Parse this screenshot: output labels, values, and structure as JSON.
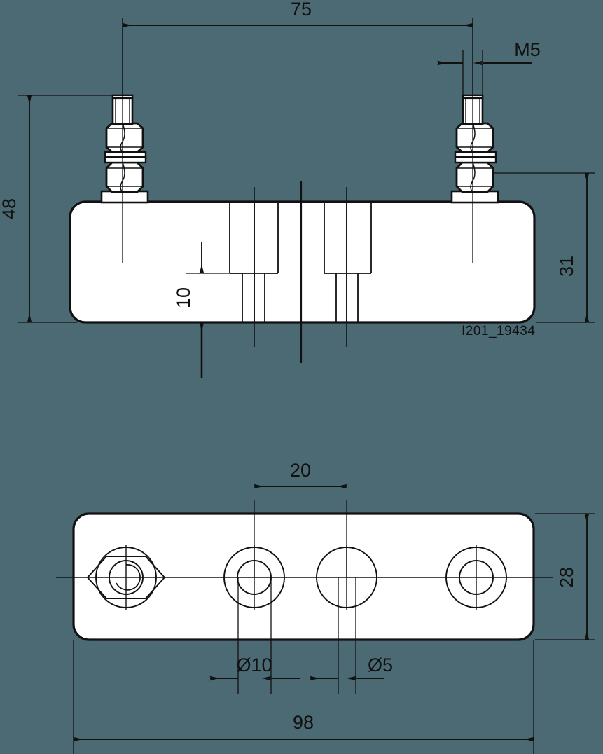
{
  "drawing": {
    "background_color": "#4c6a73",
    "line_color": "#111111",
    "fill_color": "#ffffff",
    "part_number": "I201_19434",
    "views": {
      "front": {
        "name": "front-elevation-view",
        "dimensions": {
          "stud_spacing": "75",
          "thread_size": "M5",
          "overall_height": "48",
          "body_height": "31",
          "slot_depth": "10"
        }
      },
      "bottom": {
        "name": "bottom-plan-view",
        "dimensions": {
          "hole_spacing": "20",
          "plate_width": "28",
          "plate_length": "98",
          "large_hole_dia": "Ø10",
          "small_hole_dia": "Ø5"
        }
      }
    }
  }
}
